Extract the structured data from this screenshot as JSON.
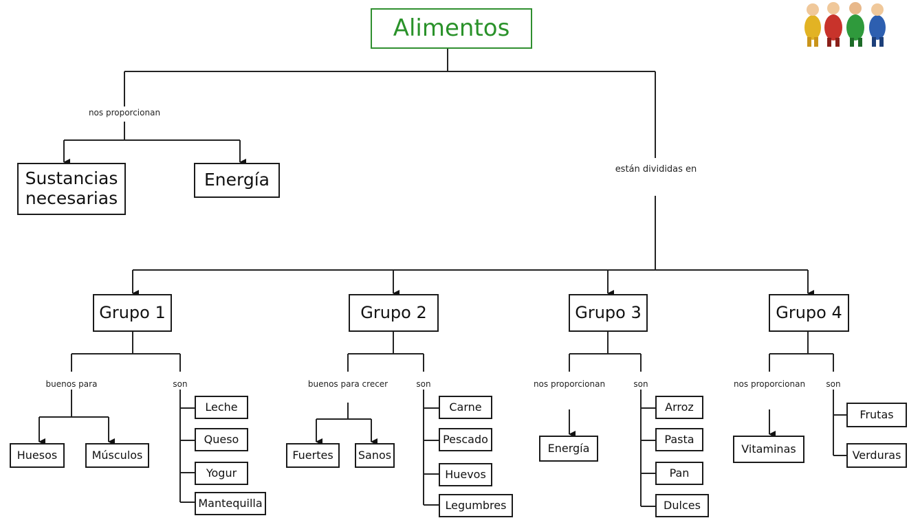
{
  "title": "Alimentos",
  "top_left_label": "nos proporcionan",
  "top_right_label": "están divididas en",
  "top_left_nodes": [
    "Sustancias necesarias",
    "Energía"
  ],
  "groups": [
    {
      "name": "Grupo 1",
      "left_label": "buenos para",
      "left_items": [
        "Huesos",
        "Músculos"
      ],
      "right_label": "son",
      "right_items": [
        "Leche",
        "Queso",
        "Yogur",
        "Mantequilla"
      ]
    },
    {
      "name": "Grupo 2",
      "left_label": "buenos para crecer",
      "left_items": [
        "Fuertes",
        "Sanos"
      ],
      "right_label": "son",
      "right_items": [
        "Carne",
        "Pescado",
        "Huevos",
        "Legumbres"
      ]
    },
    {
      "name": "Grupo 3",
      "left_label": "nos proporcionan",
      "left_items": [
        "Energía"
      ],
      "right_label": "son",
      "right_items": [
        "Arroz",
        "Pasta",
        "Pan",
        "Dulces"
      ]
    },
    {
      "name": "Grupo 4",
      "left_label": "nos proporcionan",
      "left_items": [
        "Vitaminas"
      ],
      "right_label": "son",
      "right_items": [
        "Frutas",
        "Verduras"
      ]
    }
  ],
  "colors": {
    "title_green": "#2a922a",
    "kid_red": "#c8332b",
    "kid_yellow": "#e2b324",
    "kid_green": "#2f9a3c",
    "kid_blue": "#2d5fb0"
  }
}
